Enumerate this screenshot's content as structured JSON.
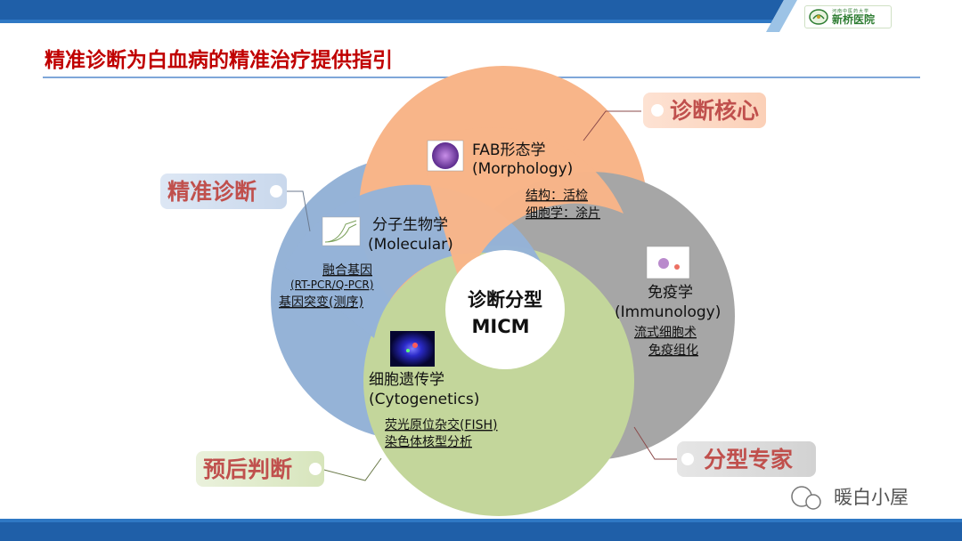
{
  "header": {
    "title": "精准诊断为白血病的精准治疗提供指引",
    "logo": {
      "sub": "河南中医药大学",
      "name": "新桥医院"
    }
  },
  "center": {
    "line1": "诊断分型",
    "line2": "MICM"
  },
  "tags": {
    "core": "诊断核心",
    "precise": "精准诊断",
    "prognosis": "预后判断",
    "expert": "分型专家"
  },
  "morphology": {
    "title": "FAB形态学",
    "en": "(Morphology)",
    "item1": "结构：活检",
    "item2": "细胞学：涂片"
  },
  "molecular": {
    "title": "分子生物学",
    "en": "(Molecular)",
    "item1": "融合基因",
    "item1_sub": "(RT-PCR/Q-PCR)",
    "item2": "基因突变(测序)"
  },
  "immunology": {
    "title": "免疫学",
    "en": "(Immunology)",
    "item1": "流式细胞术",
    "item2": "免疫组化"
  },
  "cytogenetics": {
    "title": "细胞遗传学",
    "en": "(Cytogenetics)",
    "item1": "荧光原位杂交(FISH)",
    "item2": "染色体核型分析"
  },
  "watermark": {
    "text": "暖白小屋"
  },
  "colors": {
    "title": "#c00000",
    "orange": "#f8b589",
    "blue": "#95b3d7",
    "gray": "#a6a6a6",
    "green": "#c3d69b",
    "tag_text": "#c0504d",
    "bottom_bar": "#1f5fa8"
  }
}
